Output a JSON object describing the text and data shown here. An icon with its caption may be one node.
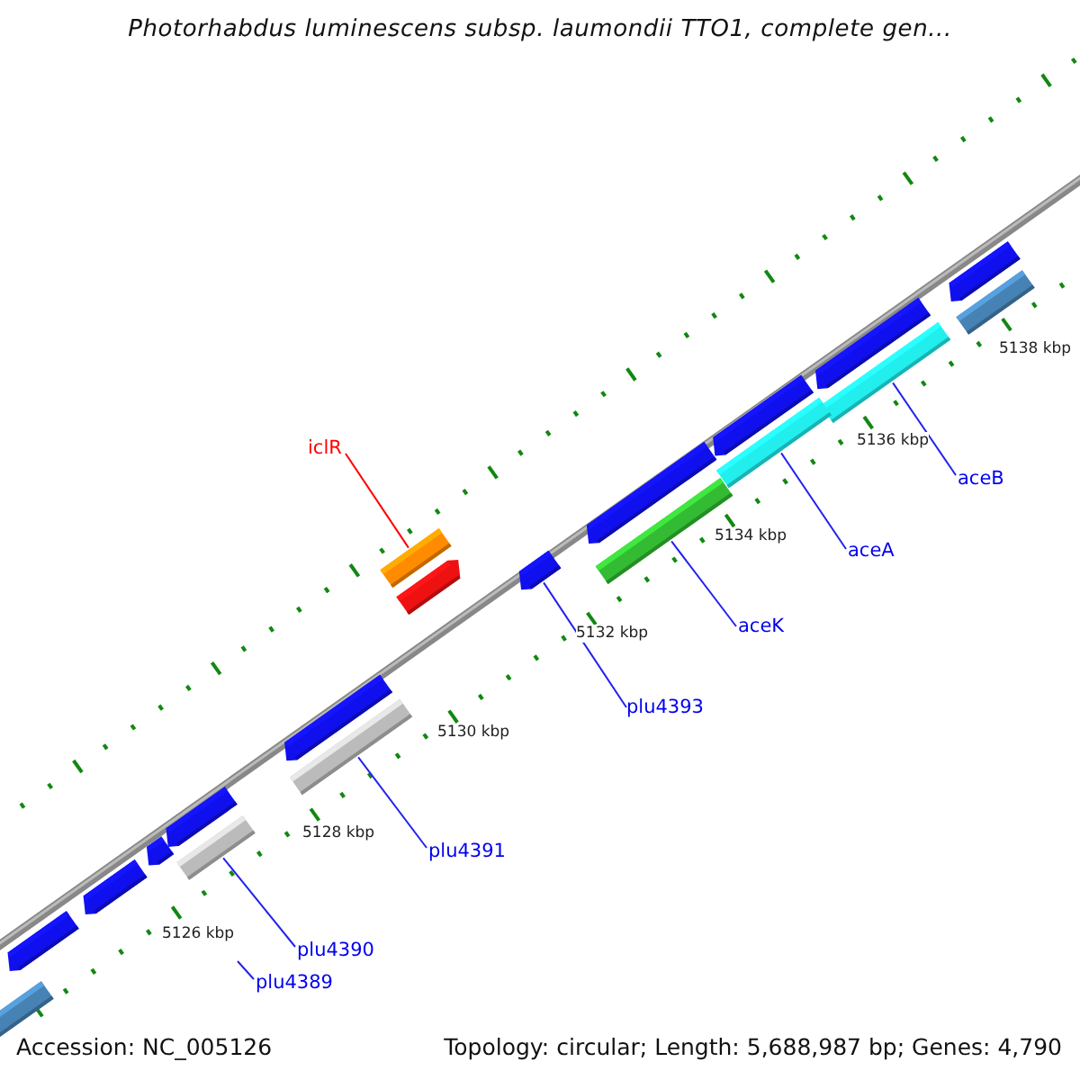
{
  "diagram": {
    "title": "Photorhabdus luminescens subsp. laumondii TTO1, complete gen...",
    "nodes": [
      {
        "text": [
          "iclR"
        ]
      },
      {
        "text": [],
        "shape": "bar"
      },
      {
        "text": [
          "plu4393"
        ]
      },
      {
        "text": [],
        "shape": "bar"
      },
      {
        "text": [
          "aceK"
        ]
      },
      {
        "text": [],
        "shape": "bar"
      },
      {
        "text": [
          "aceA"
        ]
      },
      {
        "text": [],
        "shape": "bar"
      },
      {
        "text": [
          "aceB"
        ]
      },
      {
        "text": [],
        "shape": "bar"
      },
      {
        "text": [
          "plu4391"
        ]
      },
      {
        "text": [],
        "shape": "bar"
      },
      {
        "text": [
          "plu4390"
        ]
      },
      {
        "text": [],
        "shape": "bar"
      },
      {
        "text": [
          "plu4389"
        ]
      }
    ],
    "edges": [
      {
        "from": 0,
        "to": 1,
        "arrow": "none",
        "color": "#ff0000"
      },
      {
        "from": 2,
        "to": 3,
        "arrow": "none"
      },
      {
        "from": 4,
        "to": 5,
        "arrow": "none"
      },
      {
        "from": 6,
        "to": 7,
        "arrow": "none"
      },
      {
        "from": 8,
        "to": 9,
        "arrow": "none"
      },
      {
        "from": 10,
        "to": 11,
        "arrow": "none"
      },
      {
        "from": 12,
        "to": 13,
        "arrow": "none"
      },
      {
        "from": 14,
        "to": null,
        "arrow": "none"
      }
    ],
    "labels": [
      "5138 kbp",
      "5136 kbp",
      "5134 kbp",
      "5132 kbp",
      "5130 kbp",
      "5128 kbp",
      "5126 kbp",
      "Accession: NC_005126",
      "Topology: circular; Length: 5,688,987 bp; Genes: 4,790"
    ]
  }
}
